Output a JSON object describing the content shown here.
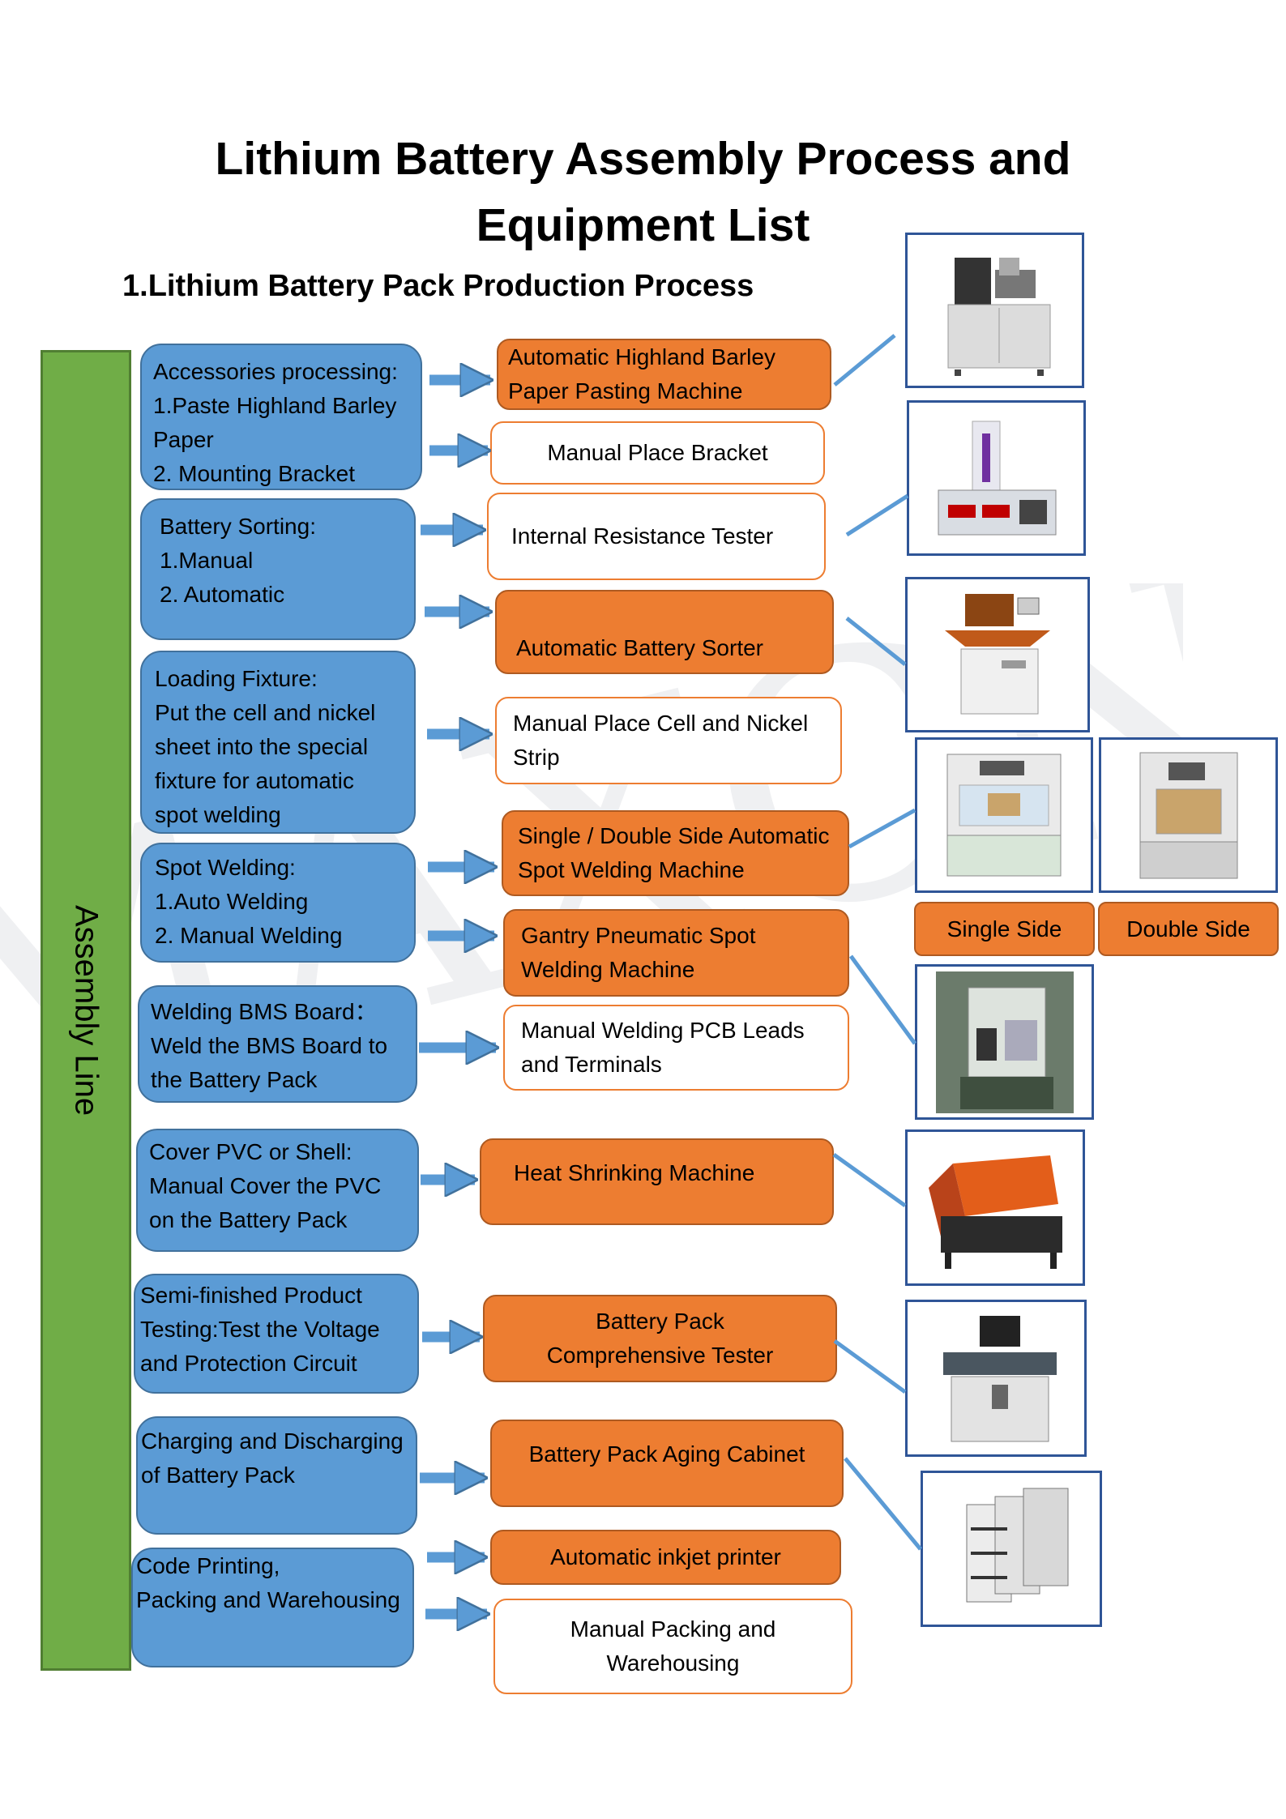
{
  "title": {
    "line1": "Lithium Battery Assembly Process and",
    "line2": "Equipment List"
  },
  "subtitle": "1.Lithium Battery Pack Production Process",
  "assembly_line_label": "Assembly Line",
  "watermark": "MAXCN",
  "colors": {
    "process": "#5b9bd5",
    "auto_equipment": "#ed7d31",
    "manual_border": "#ed7d31",
    "assembly_bar": "#70ad47",
    "arrow": "#5b9bd5",
    "photo_frame": "#2f5597"
  },
  "process_steps": [
    {
      "id": "accessories",
      "text": "Accessories processing:\n1.Paste Highland Barley Paper\n2. Mounting Bracket"
    },
    {
      "id": "sorting",
      "text": "Battery Sorting:\n1.Manual\n2. Automatic"
    },
    {
      "id": "fixture",
      "text": "Loading Fixture:\nPut the cell and nickel sheet into the special fixture for automatic spot welding"
    },
    {
      "id": "spot",
      "text": "Spot Welding:\n1.Auto Welding\n2. Manual Welding"
    },
    {
      "id": "bms",
      "text": "Welding BMS Board：\nWeld the BMS Board to the Battery Pack"
    },
    {
      "id": "pvc",
      "text": "Cover PVC or Shell:\nManual Cover the PVC on the Battery Pack"
    },
    {
      "id": "semi",
      "text": "Semi-finished Product Testing:Test the Voltage and Protection Circuit"
    },
    {
      "id": "charge",
      "text": "Charging and Discharging of Battery Pack"
    },
    {
      "id": "code",
      "text": "Code Printing,\nPacking and Warehousing"
    }
  ],
  "equipment": [
    {
      "id": "highland",
      "label": "Automatic Highland Barley Paper Pasting Machine",
      "kind": "automatic"
    },
    {
      "id": "bracket",
      "label": "Manual Place Bracket",
      "kind": "manual"
    },
    {
      "id": "resistance",
      "label": "Internal Resistance Tester",
      "kind": "manual"
    },
    {
      "id": "sorter",
      "label": "Automatic Battery Sorter",
      "kind": "automatic"
    },
    {
      "id": "cellnickel",
      "label": "Manual Place Cell and Nickel Strip",
      "kind": "manual"
    },
    {
      "id": "spotmachine",
      "label": "Single / Double Side Automatic Spot Welding Machine",
      "kind": "automatic"
    },
    {
      "id": "gantry",
      "label": "Gantry Pneumatic Spot Welding Machine",
      "kind": "automatic"
    },
    {
      "id": "pcb",
      "label": "Manual Welding PCB Leads and Terminals",
      "kind": "manual"
    },
    {
      "id": "heat",
      "label": "Heat Shrinking Machine",
      "kind": "automatic"
    },
    {
      "id": "packtester",
      "label": "Battery Pack\nComprehensive Tester",
      "kind": "automatic"
    },
    {
      "id": "aging",
      "label": "Battery Pack Aging Cabinet",
      "kind": "automatic"
    },
    {
      "id": "inkjet",
      "label": "Automatic inkjet printer",
      "kind": "automatic"
    },
    {
      "id": "packing",
      "label": "Manual Packing and\nWarehousing",
      "kind": "manual"
    }
  ],
  "photo_tags": {
    "single": "Single Side",
    "double": "Double Side"
  }
}
